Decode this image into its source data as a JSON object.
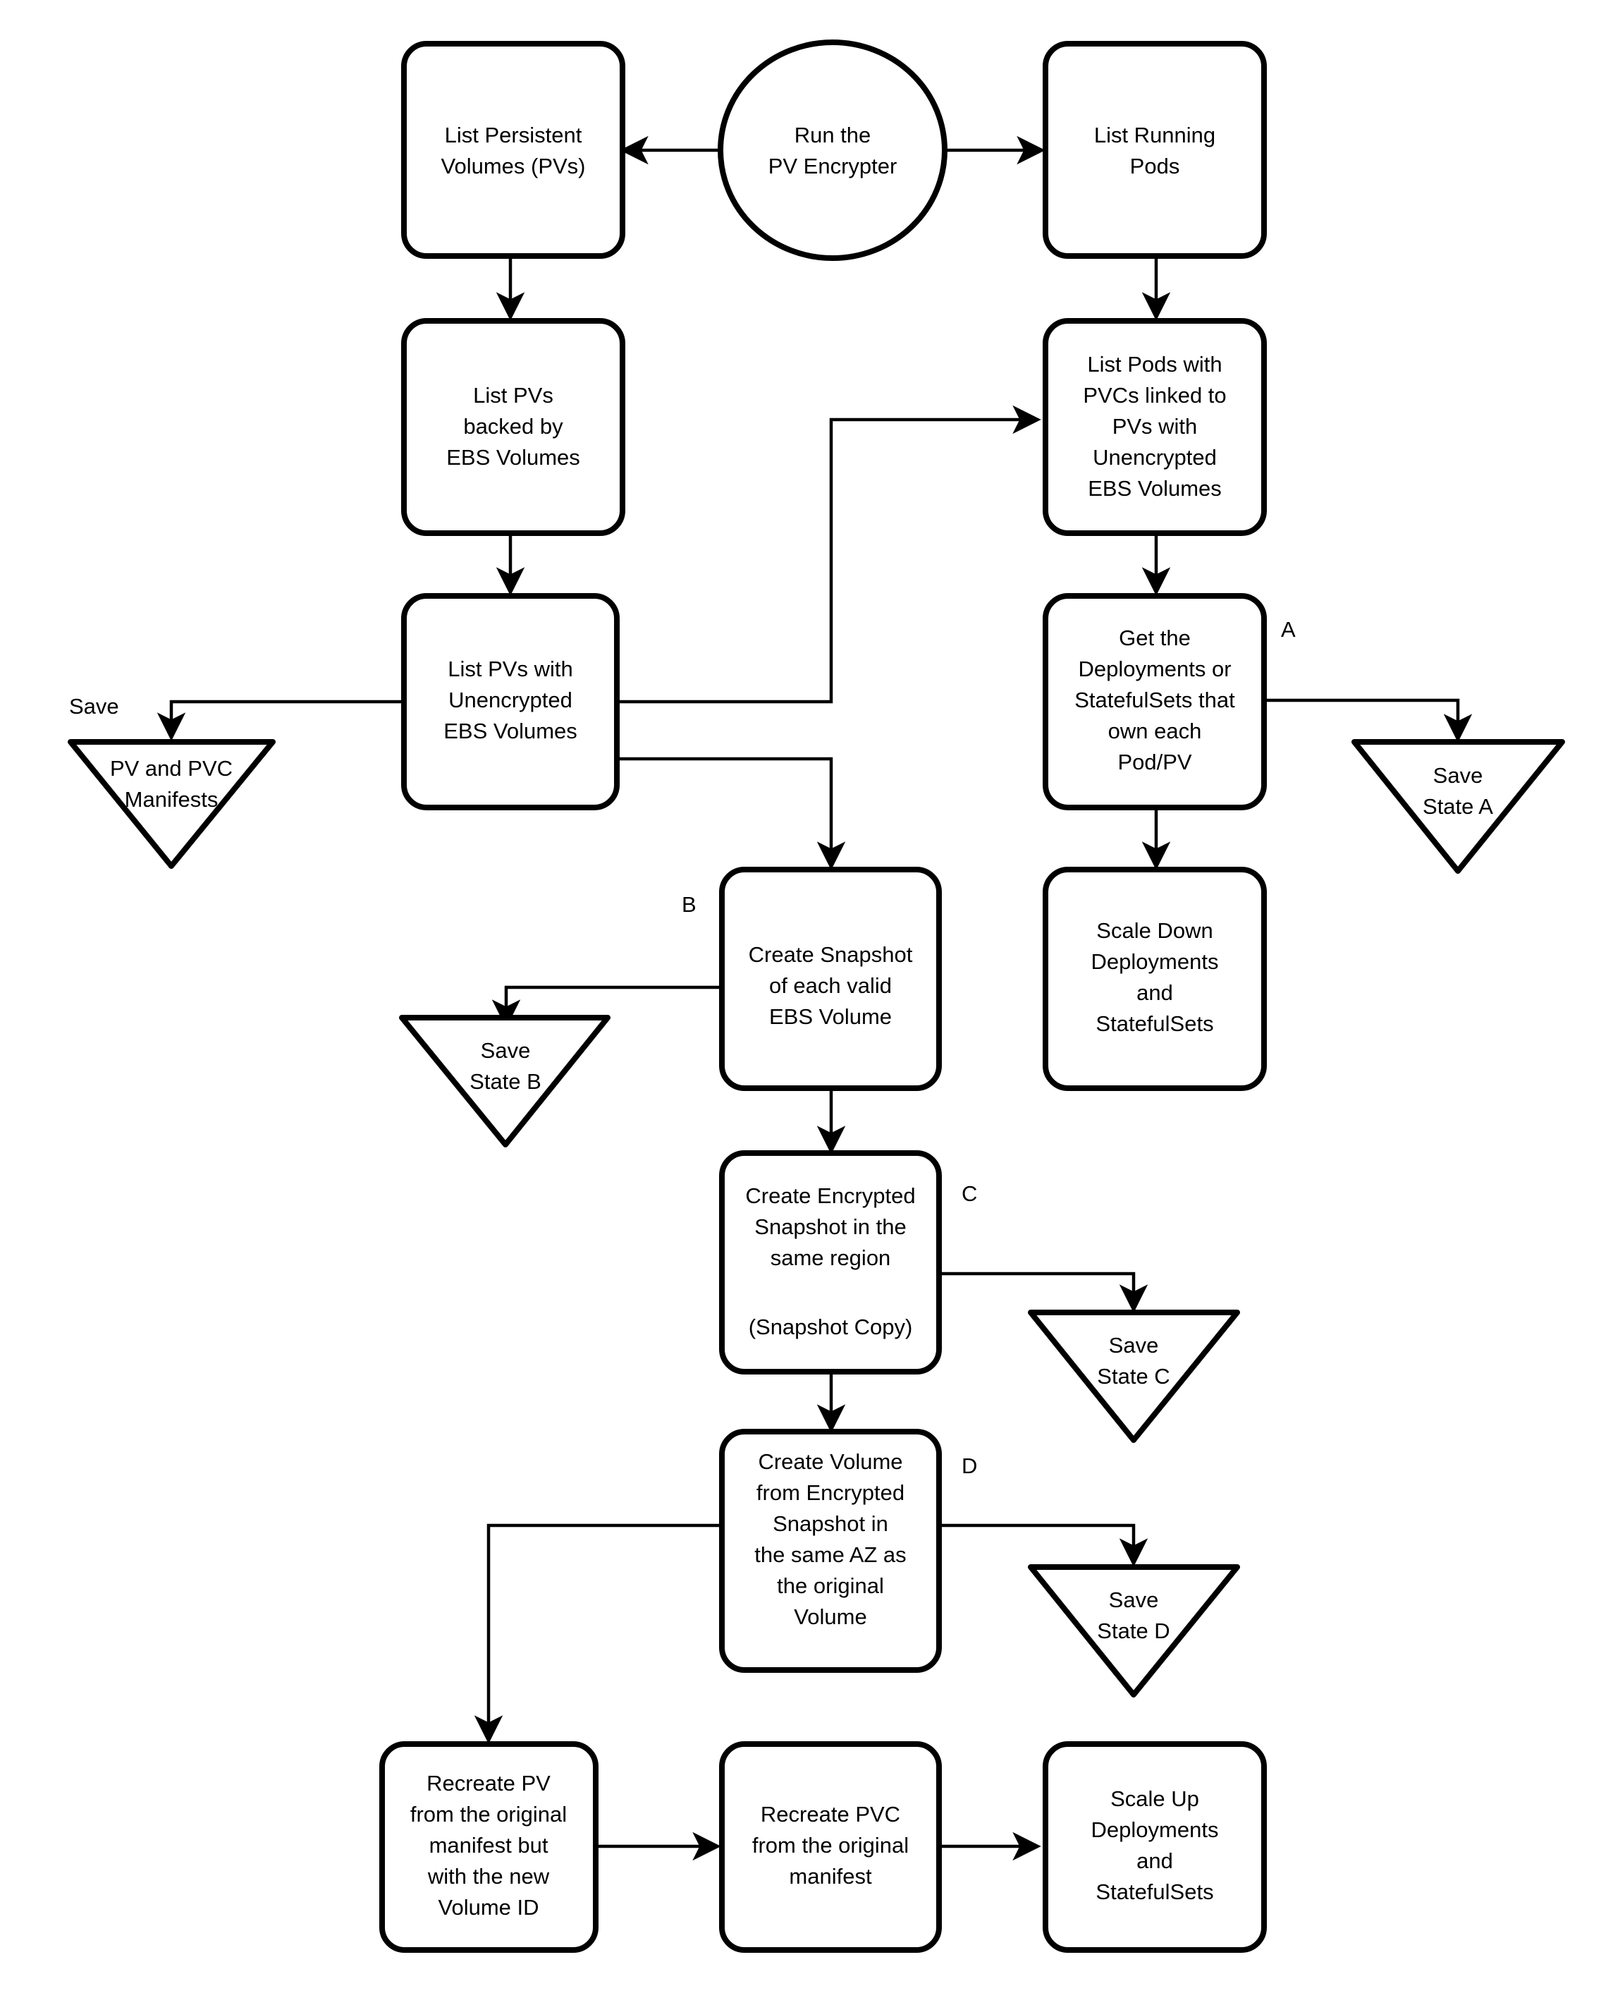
{
  "diagram": {
    "title": "PV Encrypter Flowchart",
    "stroke_color": "#000000",
    "fill_color": "#ffffff",
    "nodes": {
      "start": {
        "label": "Run the\nPV Encrypter",
        "lines": [
          "Run the",
          "PV Encrypter"
        ],
        "shape": "circle"
      },
      "list_pvs": {
        "label": "List Persistent Volumes (PVs)",
        "lines": [
          "List Persistent",
          "Volumes (PVs)"
        ],
        "shape": "rounded-rect"
      },
      "list_pods": {
        "label": "List Running Pods",
        "lines": [
          "List Running",
          "Pods"
        ],
        "shape": "rounded-rect"
      },
      "pvs_ebs": {
        "label": "List PVs backed by EBS Volumes",
        "lines": [
          "List PVs",
          "backed by",
          "EBS Volumes"
        ],
        "shape": "rounded-rect"
      },
      "pods_pvcs": {
        "label": "List Pods with PVCs linked to PVs with Unencrypted EBS Volumes",
        "lines": [
          "List Pods with",
          "PVCs linked to",
          "PVs with",
          "Unencrypted",
          "EBS Volumes"
        ],
        "shape": "rounded-rect"
      },
      "pvs_unenc": {
        "label": "List PVs with Unencrypted EBS Volumes",
        "lines": [
          "List PVs with",
          "Unencrypted",
          "EBS Volumes"
        ],
        "shape": "rounded-rect"
      },
      "get_owners": {
        "label": "Get the Deployments or StatefulSets that own each Pod/PV",
        "lines": [
          "Get the",
          "Deployments or",
          "StatefulSets that",
          "own each",
          "Pod/PV"
        ],
        "shape": "rounded-rect"
      },
      "scale_down": {
        "label": "Scale Down Deployments and StatefulSets",
        "lines": [
          "Scale Down",
          "Deployments",
          "and",
          "StatefulSets"
        ],
        "shape": "rounded-rect"
      },
      "create_snapshot": {
        "label": "Create Snapshot of each valid EBS Volume",
        "lines": [
          "Create Snapshot",
          "of each valid",
          "EBS Volume"
        ],
        "shape": "rounded-rect"
      },
      "create_enc_snapshot": {
        "label": "Create Encrypted Snapshot in the same region (Snapshot Copy)",
        "lines": [
          "Create Encrypted",
          "Snapshot in the",
          "same region",
          "",
          "(Snapshot Copy)"
        ],
        "shape": "rounded-rect"
      },
      "create_volume": {
        "label": "Create Volume from Encrypted Snapshot in the same AZ as the original Volume",
        "lines": [
          "Create Volume",
          "from Encrypted",
          "Snapshot in",
          "the same AZ as",
          "the original",
          "Volume"
        ],
        "shape": "rounded-rect"
      },
      "recreate_pv": {
        "label": "Recreate PV from the original manifest but with the new Volume ID",
        "lines": [
          "Recreate PV",
          "from the original",
          "manifest but",
          "with the new",
          "Volume ID"
        ],
        "shape": "rounded-rect"
      },
      "recreate_pvc": {
        "label": "Recreate PVC from the original manifest",
        "lines": [
          "Recreate PVC",
          "from the original",
          "manifest"
        ],
        "shape": "rounded-rect"
      },
      "scale_up": {
        "label": "Scale Up Deployments and StatefulSets",
        "lines": [
          "Scale Up",
          "Deployments",
          "and",
          "StatefulSets"
        ],
        "shape": "rounded-rect"
      },
      "save_manifests": {
        "label": "PV and PVC Manifests",
        "lines": [
          "PV and PVC",
          "Manifests"
        ],
        "shape": "triangle"
      },
      "save_state_a": {
        "label": "Save State A",
        "lines": [
          "Save",
          "State A"
        ],
        "shape": "triangle"
      },
      "save_state_b": {
        "label": "Save State B",
        "lines": [
          "Save",
          "State B"
        ],
        "shape": "triangle"
      },
      "save_state_c": {
        "label": "Save State C",
        "lines": [
          "Save",
          "State C"
        ],
        "shape": "triangle"
      },
      "save_state_d": {
        "label": "Save State D",
        "lines": [
          "Save",
          "State D"
        ],
        "shape": "triangle"
      }
    },
    "edge_labels": {
      "save": "Save",
      "a": "A",
      "b": "B",
      "c": "C",
      "d": "D"
    },
    "edges": [
      {
        "from": "start",
        "to": "list_pvs"
      },
      {
        "from": "start",
        "to": "list_pods"
      },
      {
        "from": "list_pvs",
        "to": "pvs_ebs"
      },
      {
        "from": "list_pods",
        "to": "pods_pvcs"
      },
      {
        "from": "pvs_ebs",
        "to": "pvs_unenc"
      },
      {
        "from": "pvs_unenc",
        "to": "save_manifests",
        "label": "Save"
      },
      {
        "from": "pvs_unenc",
        "to": "pods_pvcs"
      },
      {
        "from": "pvs_unenc",
        "to": "create_snapshot"
      },
      {
        "from": "pods_pvcs",
        "to": "get_owners"
      },
      {
        "from": "get_owners",
        "to": "save_state_a",
        "label": "A"
      },
      {
        "from": "get_owners",
        "to": "scale_down"
      },
      {
        "from": "create_snapshot",
        "to": "save_state_b",
        "label": "B"
      },
      {
        "from": "create_snapshot",
        "to": "create_enc_snapshot"
      },
      {
        "from": "create_enc_snapshot",
        "to": "save_state_c",
        "label": "C"
      },
      {
        "from": "create_enc_snapshot",
        "to": "create_volume"
      },
      {
        "from": "create_volume",
        "to": "save_state_d",
        "label": "D"
      },
      {
        "from": "create_volume",
        "to": "recreate_pv"
      },
      {
        "from": "recreate_pv",
        "to": "recreate_pvc"
      },
      {
        "from": "recreate_pvc",
        "to": "scale_up"
      }
    ]
  }
}
